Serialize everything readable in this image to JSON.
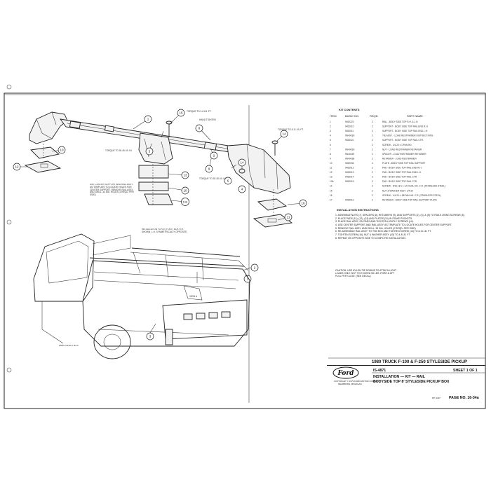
{
  "kit_contents": {
    "header": "KIT CONTENTS",
    "columns": [
      "ITEM",
      "BASIC NO.",
      "REQD.",
      "PART NAME"
    ],
    "rows": [
      [
        "1",
        "9452222",
        "2",
        "RAIL - BODY SIDE TOP R.H. & L.H."
      ],
      [
        "2",
        "9452010",
        "2",
        "SUPPORT - BODY SIDE TOP RAIL END R.H."
      ],
      [
        "3",
        "9452011",
        "2",
        "SUPPORT - BODY SIDE TOP RAIL END L.H."
      ],
      [
        "4",
        "9N4043D",
        "2",
        "TIE ASSY. - LOAD RESTRAINER INSTRUCTIONS"
      ],
      [
        "5",
        "9452021",
        "2",
        "SUPPORT - BODY SIDE TOP RAIL CTR."
      ],
      [
        "6",
        "",
        "2",
        "SCREW - 1/4-20 x 1 PAN HD."
      ],
      [
        "7",
        "9N4043D",
        "2",
        "NUT - LOAD RESTRAINER RETAINER"
      ],
      [
        "8",
        "9N4043E",
        "2",
        "SPACER - LOAD RESTRAINER RETAINER"
      ],
      [
        "9",
        "9N4043B",
        "2",
        "RETAINER - LOAD RESTRAINER"
      ],
      [
        "10",
        "9452036",
        "4",
        "PLATE - BODY SIDE TOP RAIL SUPPORT"
      ],
      [
        "11",
        "9452012",
        "2",
        "PAD - BODY SIDE TOP RAIL END R.H."
      ],
      [
        "12",
        "9452013",
        "2",
        "PAD - BODY SIDE TOP RAIL END L.H."
      ],
      [
        "13",
        "9452014",
        "2",
        "PAD - BODY SIDE TOP RAIL CTR."
      ],
      [
        "13A",
        "9452015",
        "2",
        "PAD - BODY SIDE TOP RAIL CTR."
      ],
      [
        "14",
        "",
        "2",
        "SCREW - 5/16-18 x 1-1/2 OVAL HD. C.R. (STAINLESS STEEL)"
      ],
      [
        "15",
        "",
        "2",
        "NUT & WASHER ASSY. 1/4-20"
      ],
      [
        "16",
        "",
        "2",
        "SCREW - 1/4-20 x .88 PAN HD. C.R. (STAINLESS STEEL)"
      ],
      [
        "17",
        "9452012",
        "2",
        "RETAINER - BODY SIDE TOP RAIL SUPPORT PLATE"
      ]
    ]
  },
  "instructions": {
    "header": "INSTALLATION INSTRUCTIONS",
    "steps": [
      "1. ASSEMBLE NUTS (7), SPACERS (8), RETAINERS (9), AND SUPPORTS (2), (3), & (5) TO RAILS USING SCREWS (6).",
      "2. PLACE PADS (11), (12), (13) AND PLATES (10) IN STAKE POCKETS.",
      "3. PLACE RAIL ASSY. ON PADS AND TIGHTEN LIGHTLY SCREWS (14).",
      "4. USE CENTER SUPPORT AND RAIL ASSY. AS TEMPLATE TO LOCATE HOLES FOR CENTER SUPPORT.",
      "5. REMOVE RAIL ASSY. AND DRILL .33 DIA. HOLES (2 REQD. PER SIDE).",
      "6. RE-ASSEMBLE RAIL ASSY. TO THE BOX AND TIGHTEN SCREW (14) TO 8-11 LB. FT.",
      "7. TIGHTEN SCREW (16), NUT & WASHER ASSY. (15) TO 4-8 LB. FT.",
      "8. REPEAT ON OPPOSITE SIDE TO COMPLETE INSTALLATION."
    ],
    "caution": "CAUTION: USE NYLON TIE DOWNS TO ATTACH LIGHT LOADS ONLY. NOT TO EXCEED 50 LBS. FORE & AFT PULL PER CLEAT. (SEE DECAL)"
  },
  "drawing_notes": {
    "torque_16": "TORQUE TO 4-8 LB. FT.",
    "hand_tighten": "HAND TIGHTEN",
    "torque_14": "TORQUE TO 8-11 LB. FT.",
    "torque_7": "TORQUE TO 30-45 LB. IN.",
    "torque_6": "TORQUE TO 30-45 LB. IN.",
    "center_support_note": "USE CENTER SUPPORT AND RAIL ASSY. AS TEMPLATE TO LOCATE HOLES FOR CENTER SUPPORT. REMOVE RAIL ASSY. AND DRILL .33 DIA. HOLES (2 REQD. PER SIDE).",
    "installation_note": "INSTALLATION FOR 8' (FOOT) BOX R.H. SHOWN. L.H. SYMMETRICALLY OPPOSITE",
    "view_a": "VIEW A",
    "main_view": "MAIN VIEW 8' BOX"
  },
  "callouts": [
    "1",
    "2",
    "3",
    "4",
    "5",
    "6",
    "7",
    "8",
    "9",
    "10",
    "11",
    "12",
    "13",
    "13A",
    "14",
    "15",
    "16",
    "17"
  ],
  "title_block": {
    "logo": "Ford",
    "title": "1980 TRUCK F-100 & F-250 STYLESIDE PICKUP",
    "part_number": "IS-4871",
    "sheet": "SHEET 1 OF 1",
    "installation_line": "INSTALLATION — KIT — RAIL",
    "description": "BODYSIDE TOP 8' STYLESIDE PICKUP BOX",
    "copyright": "COPYRIGHT © 1979 FORD MOTOR COMPANY",
    "city": "DEARBORN, MICHIGAN",
    "pp": "PP. 3407",
    "page": "PAGE NO. 16-34a"
  }
}
